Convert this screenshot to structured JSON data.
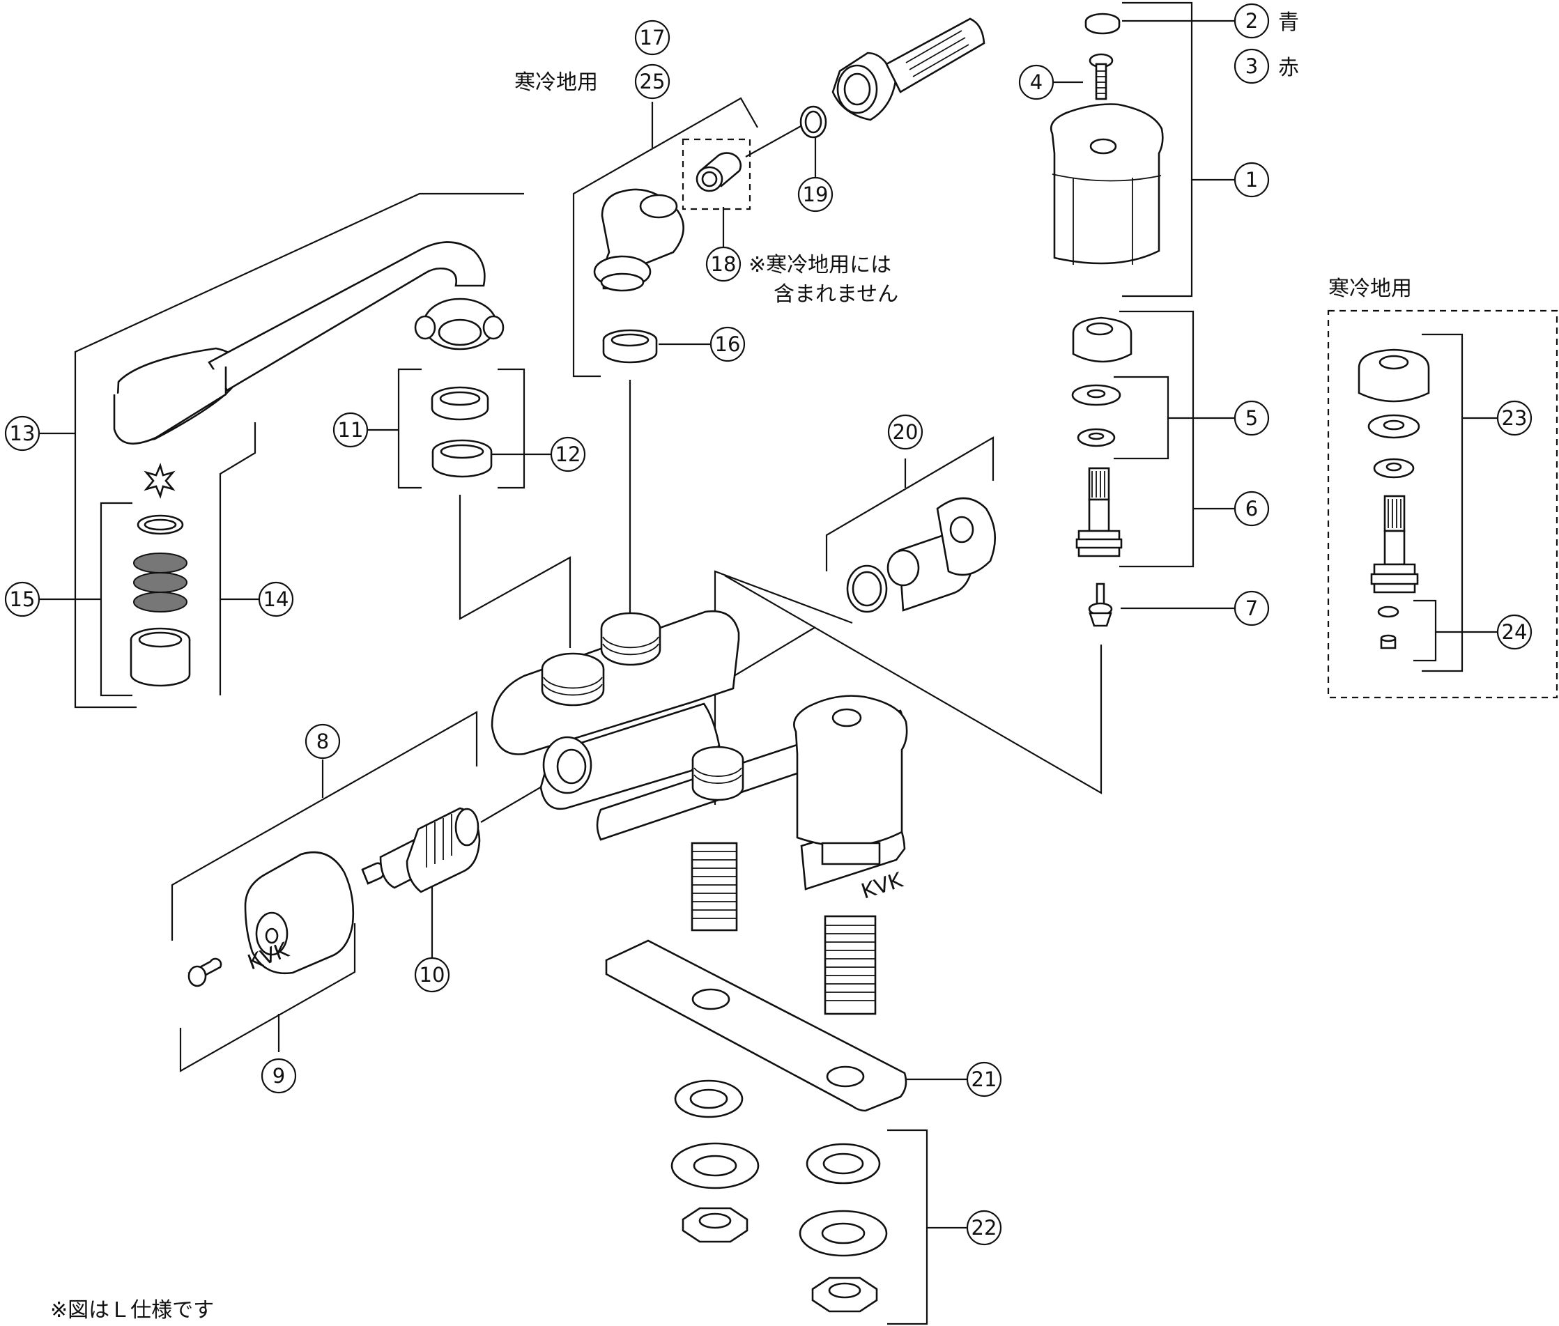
{
  "parts": [
    {
      "num": "1"
    },
    {
      "num": "2",
      "color": "青"
    },
    {
      "num": "3",
      "color": "赤"
    },
    {
      "num": "4"
    },
    {
      "num": "5"
    },
    {
      "num": "6"
    },
    {
      "num": "7"
    },
    {
      "num": "8"
    },
    {
      "num": "9"
    },
    {
      "num": "10"
    },
    {
      "num": "11"
    },
    {
      "num": "12"
    },
    {
      "num": "13"
    },
    {
      "num": "14"
    },
    {
      "num": "15"
    },
    {
      "num": "16"
    },
    {
      "num": "17"
    },
    {
      "num": "18"
    },
    {
      "num": "19"
    },
    {
      "num": "20"
    },
    {
      "num": "21"
    },
    {
      "num": "22"
    },
    {
      "num": "23"
    },
    {
      "num": "24"
    },
    {
      "num": "25"
    }
  ],
  "notes": {
    "cold_region_top": "寒冷地用",
    "cold_region_box": "寒冷地用",
    "not_included_line1": "※寒冷地用には",
    "not_included_line2": "含まれません",
    "footer": "※図はＬ仕様です"
  },
  "markings": {
    "handle_text": "KVK",
    "body_text": "KVK"
  }
}
